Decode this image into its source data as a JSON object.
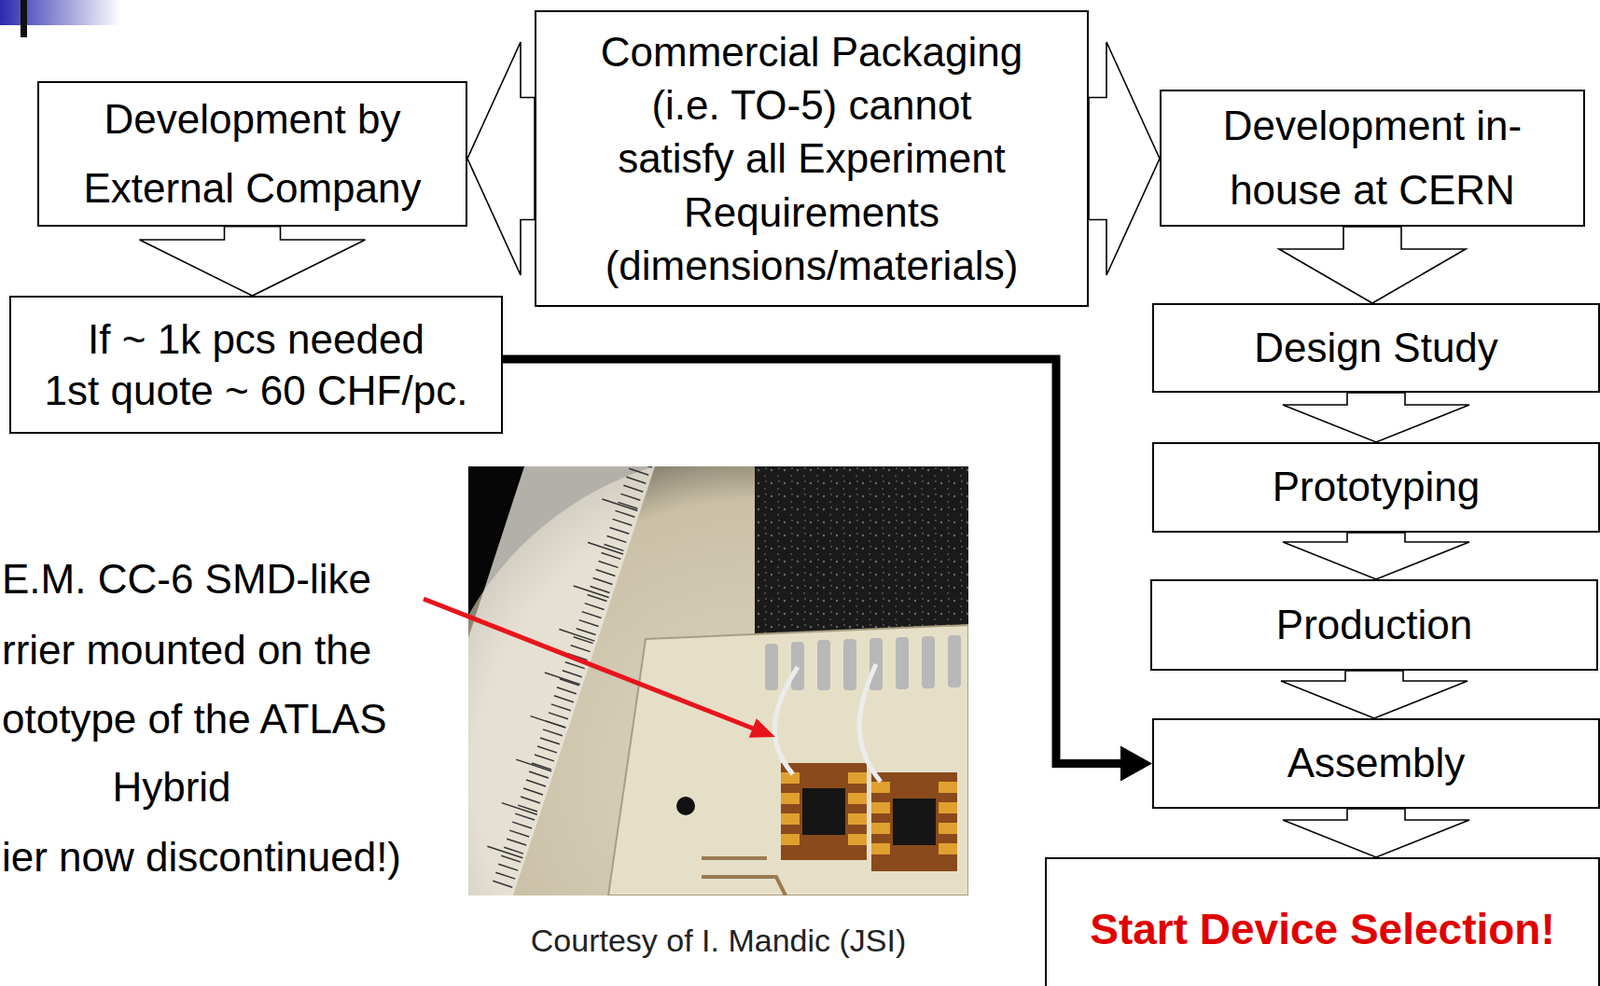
{
  "diagram": {
    "nodes": [
      {
        "text": [
          "Development by External Company"
        ]
      },
      {
        "text": [
          "Commercial Packaging (i.e. TO-5) cannot satisfy all Experiment Requirements (dimensions/materials)"
        ]
      },
      {
        "text": [
          "Development in-house at CERN"
        ]
      },
      {
        "text": [
          "If ~ 1k pcs needed 1st quote ~ 60 CHF/pc."
        ]
      },
      {
        "text": [
          "Design Study"
        ]
      },
      {
        "text": [
          "Prototyping"
        ]
      },
      {
        "text": [
          "Production"
        ]
      },
      {
        "text": [
          "Assembly"
        ]
      },
      {
        "text": [
          "Start Device Selection!"
        ]
      }
    ],
    "edges": [
      {
        "from": 1,
        "to": 0,
        "arrow": "to"
      },
      {
        "from": 1,
        "to": 2,
        "arrow": "to"
      },
      {
        "from": 0,
        "to": 3,
        "arrow": "to"
      },
      {
        "from": 2,
        "to": 4,
        "arrow": "to"
      },
      {
        "from": 4,
        "to": 5,
        "arrow": "to"
      },
      {
        "from": 5,
        "to": 6,
        "arrow": "to"
      },
      {
        "from": 6,
        "to": 7,
        "arrow": "to"
      },
      {
        "from": 3,
        "to": 7,
        "arrow": "to"
      },
      {
        "from": 7,
        "to": 8,
        "arrow": "to"
      }
    ],
    "labels": [
      "E.M. CC-6 SMD-like",
      "rrier mounted on the",
      "ototype of the ATLAS",
      "Hybrid",
      "ier now discontinued!)",
      "Courtesy of I. Mandic (JSI)"
    ]
  }
}
